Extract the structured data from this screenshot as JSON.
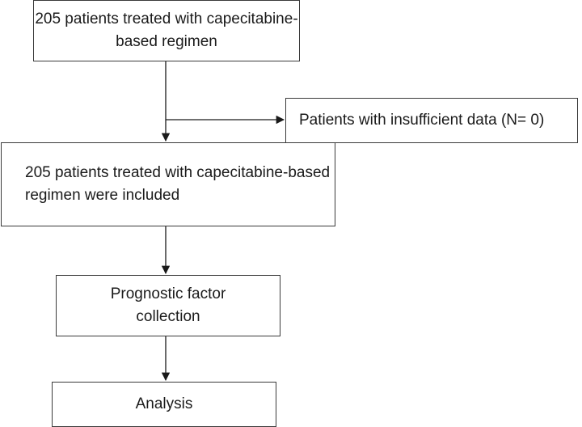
{
  "diagram": {
    "nodes": {
      "start": "205 patients treated with capecitabine-based regimen",
      "excluded": "Patients with insufficient data (N= 0)",
      "included": "205 patients treated with capecitabine-based regimen were included",
      "collection": "Prognostic factor collection",
      "analysis": "Analysis"
    },
    "edges": [
      {
        "from": "start",
        "to": "included"
      },
      {
        "from": "start",
        "to": "excluded"
      },
      {
        "from": "included",
        "to": "collection"
      },
      {
        "from": "collection",
        "to": "analysis"
      }
    ],
    "colors": {
      "stroke": "#3a3a3a",
      "text": "#1a1a1a",
      "background": "#ffffff"
    }
  }
}
